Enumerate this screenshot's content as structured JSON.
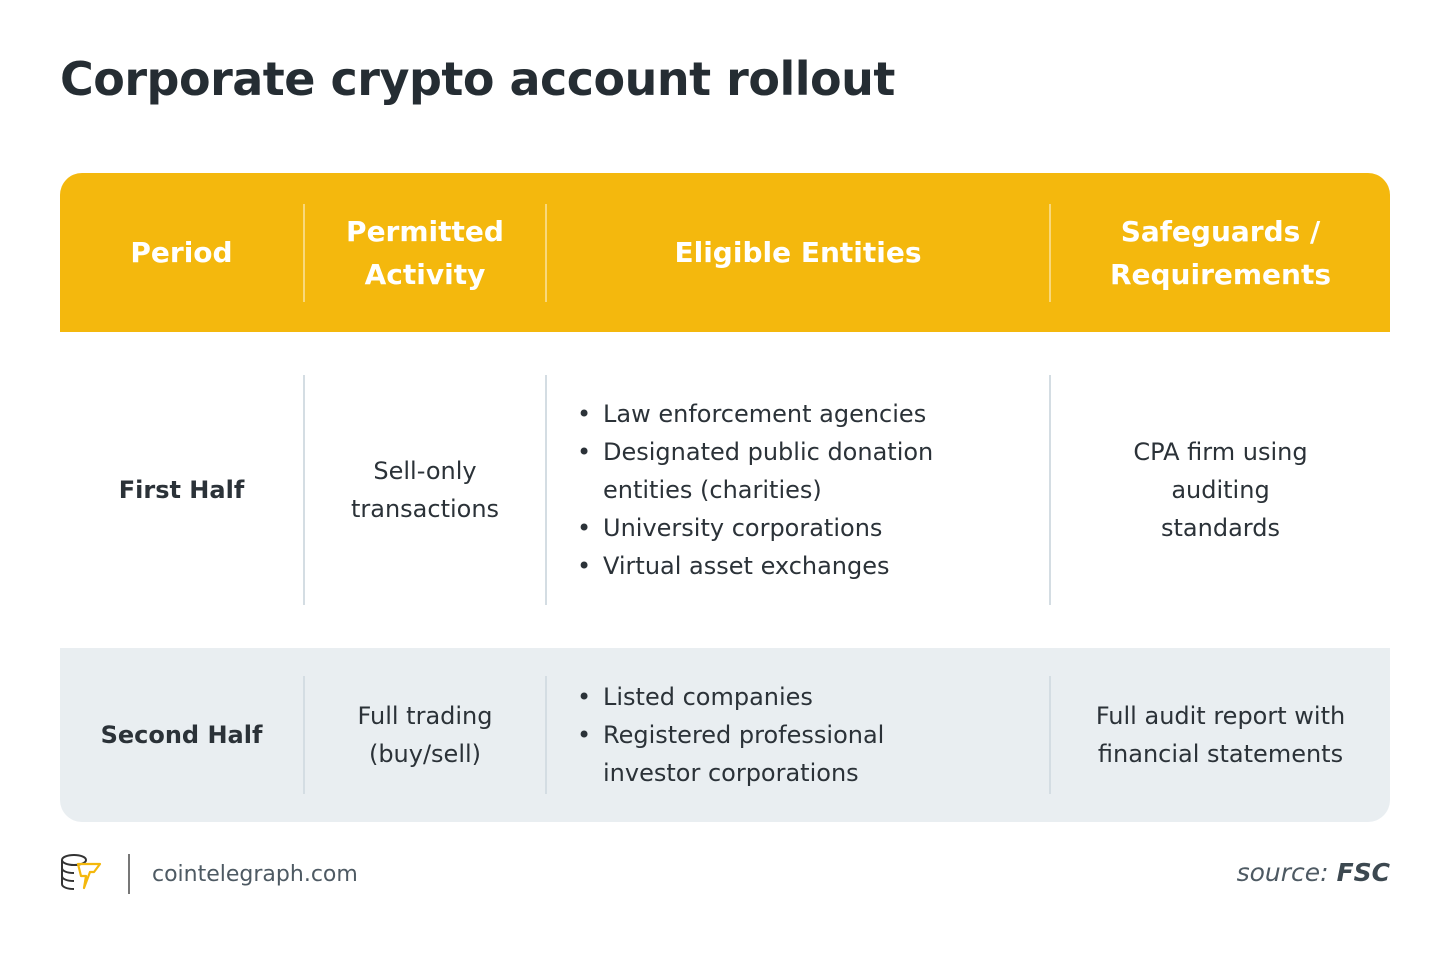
{
  "title": "Corporate crypto account rollout",
  "colors": {
    "header_bg": "#f4b80d",
    "row_alt_bg": "#e9eef1",
    "text": "#2b3238"
  },
  "table": {
    "headers": [
      "Period",
      "Permitted Activity",
      "Eligible Entities",
      "Safeguards / Requirements"
    ],
    "rows": [
      {
        "period": "First Half",
        "activity": "Sell-only transactions",
        "entities": [
          "Law enforcement agencies",
          "Designated public donation entities (charities)",
          "University corporations",
          "Virtual asset exchanges"
        ],
        "safeguards": "CPA firm using auditing standards"
      },
      {
        "period": "Second Half",
        "activity": "Full trading (buy/sell)",
        "entities": [
          "Listed companies",
          "Registered professional investor corporations"
        ],
        "safeguards": "Full audit report with financial statements"
      }
    ]
  },
  "footer": {
    "logo_icon": "cointelegraph-logo-icon",
    "domain": "cointelegraph.com",
    "source_label": "source:",
    "source_value": "FSC"
  }
}
